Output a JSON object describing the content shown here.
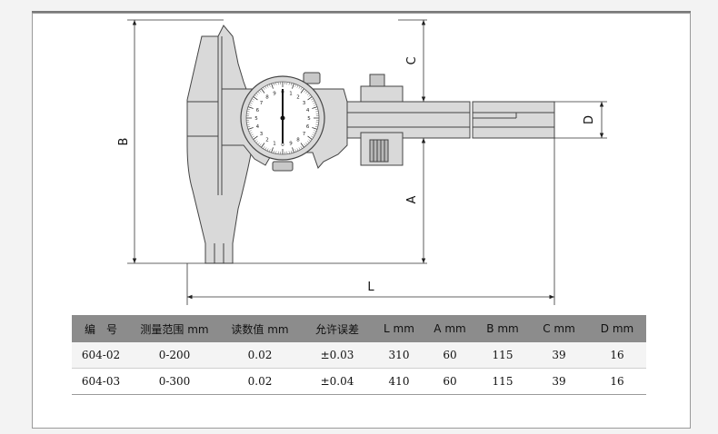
{
  "diagram": {
    "dimension_labels": {
      "A": "A",
      "B": "B",
      "C": "C",
      "D": "D",
      "L": "L"
    },
    "dial_numbers": [
      "0",
      "1",
      "2",
      "3",
      "4",
      "5",
      "6",
      "7",
      "8",
      "9",
      "0",
      "1",
      "2",
      "3",
      "4",
      "5",
      "6",
      "7",
      "8",
      "9"
    ]
  },
  "table": {
    "headers": [
      "编　号",
      "测量范围 mm",
      "读数值 mm",
      "允许误差",
      "L mm",
      "A mm",
      "B mm",
      "C mm",
      "D mm"
    ],
    "rows": [
      [
        "604-02",
        "0-200",
        "0.02",
        "±0.03",
        "310",
        "60",
        "115",
        "39",
        "16"
      ],
      [
        "604-03",
        "0-300",
        "0.02",
        "±0.04",
        "410",
        "60",
        "115",
        "39",
        "16"
      ]
    ]
  },
  "colors": {
    "body": "#d9d9d9",
    "line": "#444444",
    "header": "#8c8c8c"
  }
}
